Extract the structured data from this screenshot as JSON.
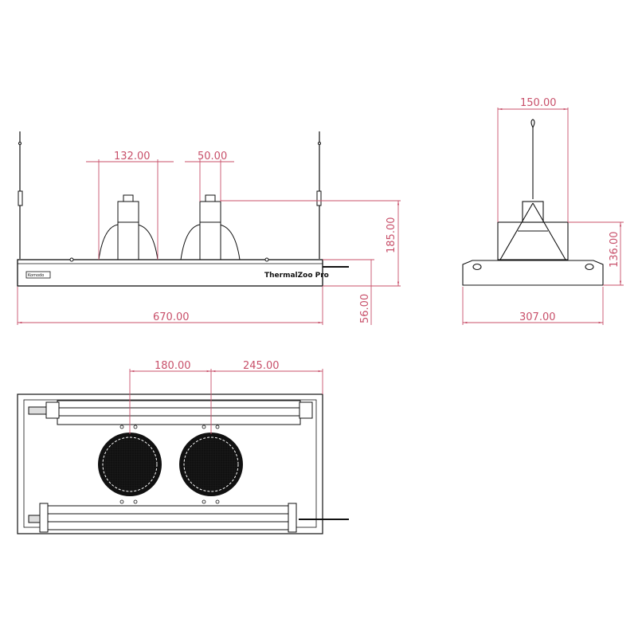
{
  "drawing": {
    "product_label": "ThermalZoo Pro",
    "logo_label": "Komodo",
    "colors": {
      "outline": "#111111",
      "dimension": "#c8506a",
      "background": "#ffffff"
    }
  },
  "views": {
    "front": {
      "dimensions": {
        "lamp_reflector_diameter": "132.00",
        "lamp_holder_width": "50.00",
        "total_width": "670.00",
        "total_height": "185.00",
        "housing_height": "56.00"
      }
    },
    "side": {
      "dimensions": {
        "top_width": "150.00",
        "height": "136.00",
        "depth": "307.00"
      }
    },
    "bottom": {
      "dimensions": {
        "lamp_offset": "180.00",
        "lamp_to_edge": "245.00"
      }
    }
  }
}
